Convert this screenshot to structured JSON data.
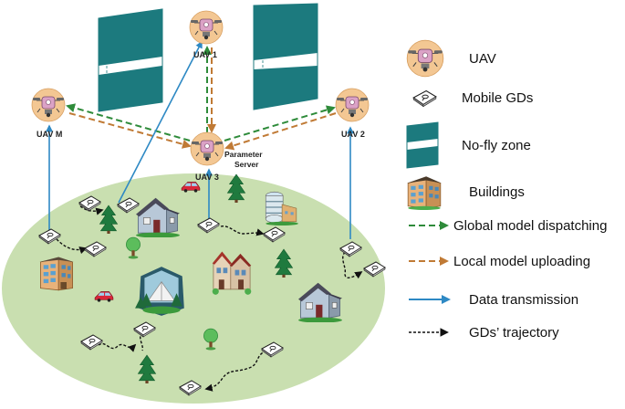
{
  "diagram": {
    "nodes": {
      "uav1": "UAV 1",
      "uav2": "UAV 2",
      "uav3": "UAV 3",
      "uavm": "UAV M",
      "server_line1": "Parameter",
      "server_line2": "Server"
    },
    "legend": {
      "uav": "UAV",
      "mobile_gds": "Mobile GDs",
      "no_fly_zone": "No-fly zone",
      "buildings": "Buildings",
      "global_dispatch": "Global model dispatching",
      "local_upload": "Local model uploading",
      "data_transmission": "Data transmission",
      "trajectory": "GDs’ trajectory"
    },
    "colors": {
      "ground": "#c9dfb0",
      "uav_circle": "#f3c793",
      "uav_body": "#dba2c6",
      "no_fly_zone": "#1c7a7e",
      "global_dispatch": "#2e8b3a",
      "local_upload": "#c07a35",
      "data_transmission": "#2e89c4",
      "trajectory": "#222222"
    },
    "icons": {
      "uav": "drone-icon",
      "gd": "mobile-device-icon",
      "no_fly_zone": "no-fly-zone-box-icon",
      "building": "building-icon"
    }
  }
}
